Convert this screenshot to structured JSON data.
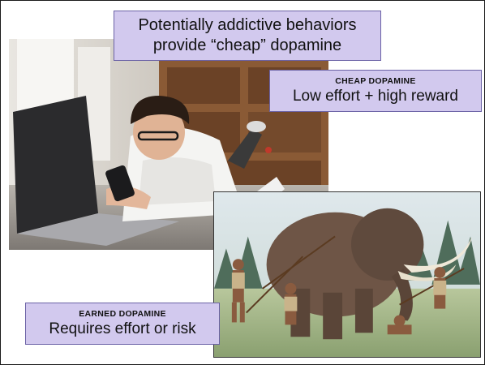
{
  "title": {
    "line1": "Potentially addictive behaviors",
    "line2": "provide “cheap” dopamine"
  },
  "cheap": {
    "heading": "CHEAP DOPAMINE",
    "text": "Low effort + high reward"
  },
  "earned": {
    "heading": "EARNED DOPAMINE",
    "text": "Requires effort or risk"
  },
  "colors": {
    "label_fill": "#d2c9ee",
    "label_border": "#6b62a6"
  }
}
